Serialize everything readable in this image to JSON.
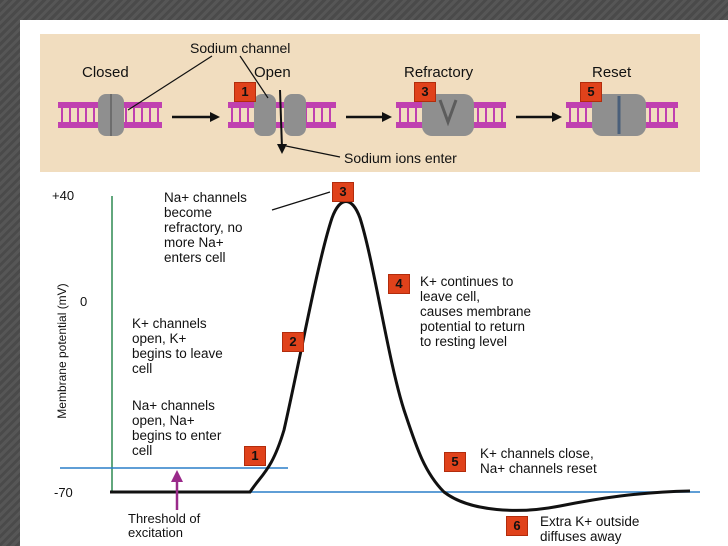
{
  "top": {
    "sodium_channel_label": "Sodium channel",
    "stages": [
      {
        "label": "Closed",
        "badge": ""
      },
      {
        "label": "Open",
        "badge": "1"
      },
      {
        "label": "Refractory",
        "badge": "3"
      },
      {
        "label": "Reset",
        "badge": "5"
      }
    ],
    "sodium_ions_label": "Sodium ions enter"
  },
  "graph": {
    "y_axis_label": "Membrane potential (mV)",
    "y_ticks": [
      "+40",
      "0",
      "-70"
    ],
    "threshold_label": "Threshold of\nexcitation"
  },
  "notes": [
    {
      "badge": "1",
      "text": "Na+ channels\nopen, Na+\nbegins to enter\ncell"
    },
    {
      "badge": "2",
      "text": "K+ channels\nopen, K+\nbegins to leave\ncell"
    },
    {
      "badge": "3",
      "text": "Na+ channels\nbecome\nrefractory, no\nmore Na+\nenters cell"
    },
    {
      "badge": "4",
      "text": "K+ continues to\nleave cell,\ncauses membrane\npotential to return\nto resting level"
    },
    {
      "badge": "5",
      "text": "K+ channels close,\nNa+ channels reset"
    },
    {
      "badge": "6",
      "text": "Extra K+ outside\ndiffuses away"
    }
  ],
  "colors": {
    "badge": "#e0421b",
    "membrane": "#c040b0",
    "channel": "#8f8f8f",
    "baseline": "#2a7fc9",
    "threshold_arrow": "#9a2a8a"
  }
}
